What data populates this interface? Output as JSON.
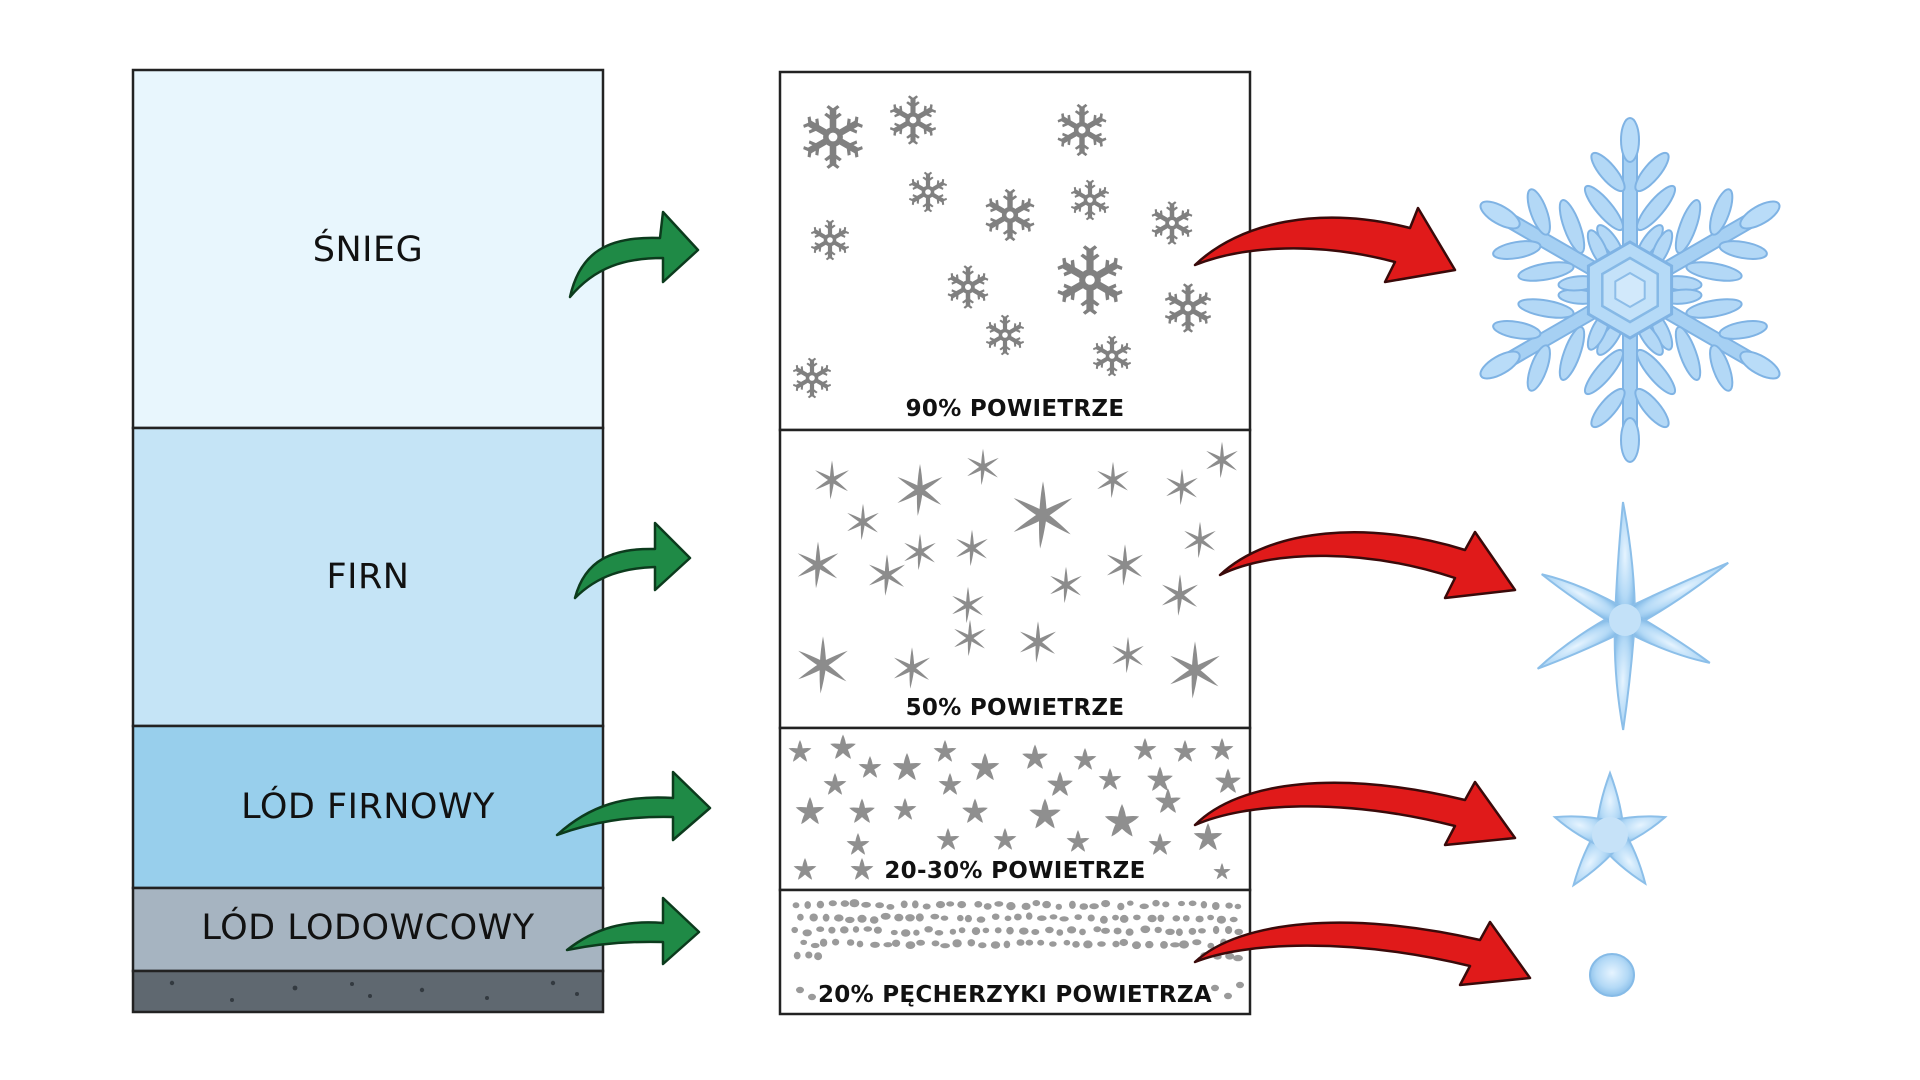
{
  "layers": [
    {
      "name": "ŚNIEG",
      "air": "90% POWIETRZE",
      "color": "#e8f6fd"
    },
    {
      "name": "FIRN",
      "air": "50% POWIETRZE",
      "color": "#c5e4f6"
    },
    {
      "name": "LÓD FIRNOWY",
      "air": "20-30% POWIETRZE",
      "color": "#98cfec"
    },
    {
      "name": "LÓD LODOWCOWY",
      "air": "20% PĘCHERZYKI POWIETRZA",
      "color": "#a6b4c1"
    }
  ],
  "colors": {
    "bedrock": "#5f6870",
    "crystal_icon": "#7a7a7a",
    "green_arrow": "#1f8a46",
    "red_arrow": "#e01a1a",
    "ice_crystal": "#a9d3f4"
  }
}
